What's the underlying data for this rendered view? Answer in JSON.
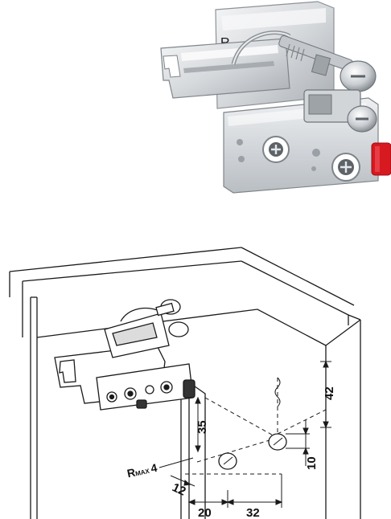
{
  "photo": {
    "side_mark": "R",
    "accent_color": "#d71920",
    "metal_light": "#e6e8ea",
    "metal_dark": "#8d9297"
  },
  "drawing": {
    "dims": {
      "d42": "42",
      "d35": "35",
      "d10": "10",
      "d12": "12",
      "d20": "20",
      "d32": "32",
      "rmax": "R",
      "rmax_sub": "MAX",
      "rmax_val": "4"
    }
  }
}
